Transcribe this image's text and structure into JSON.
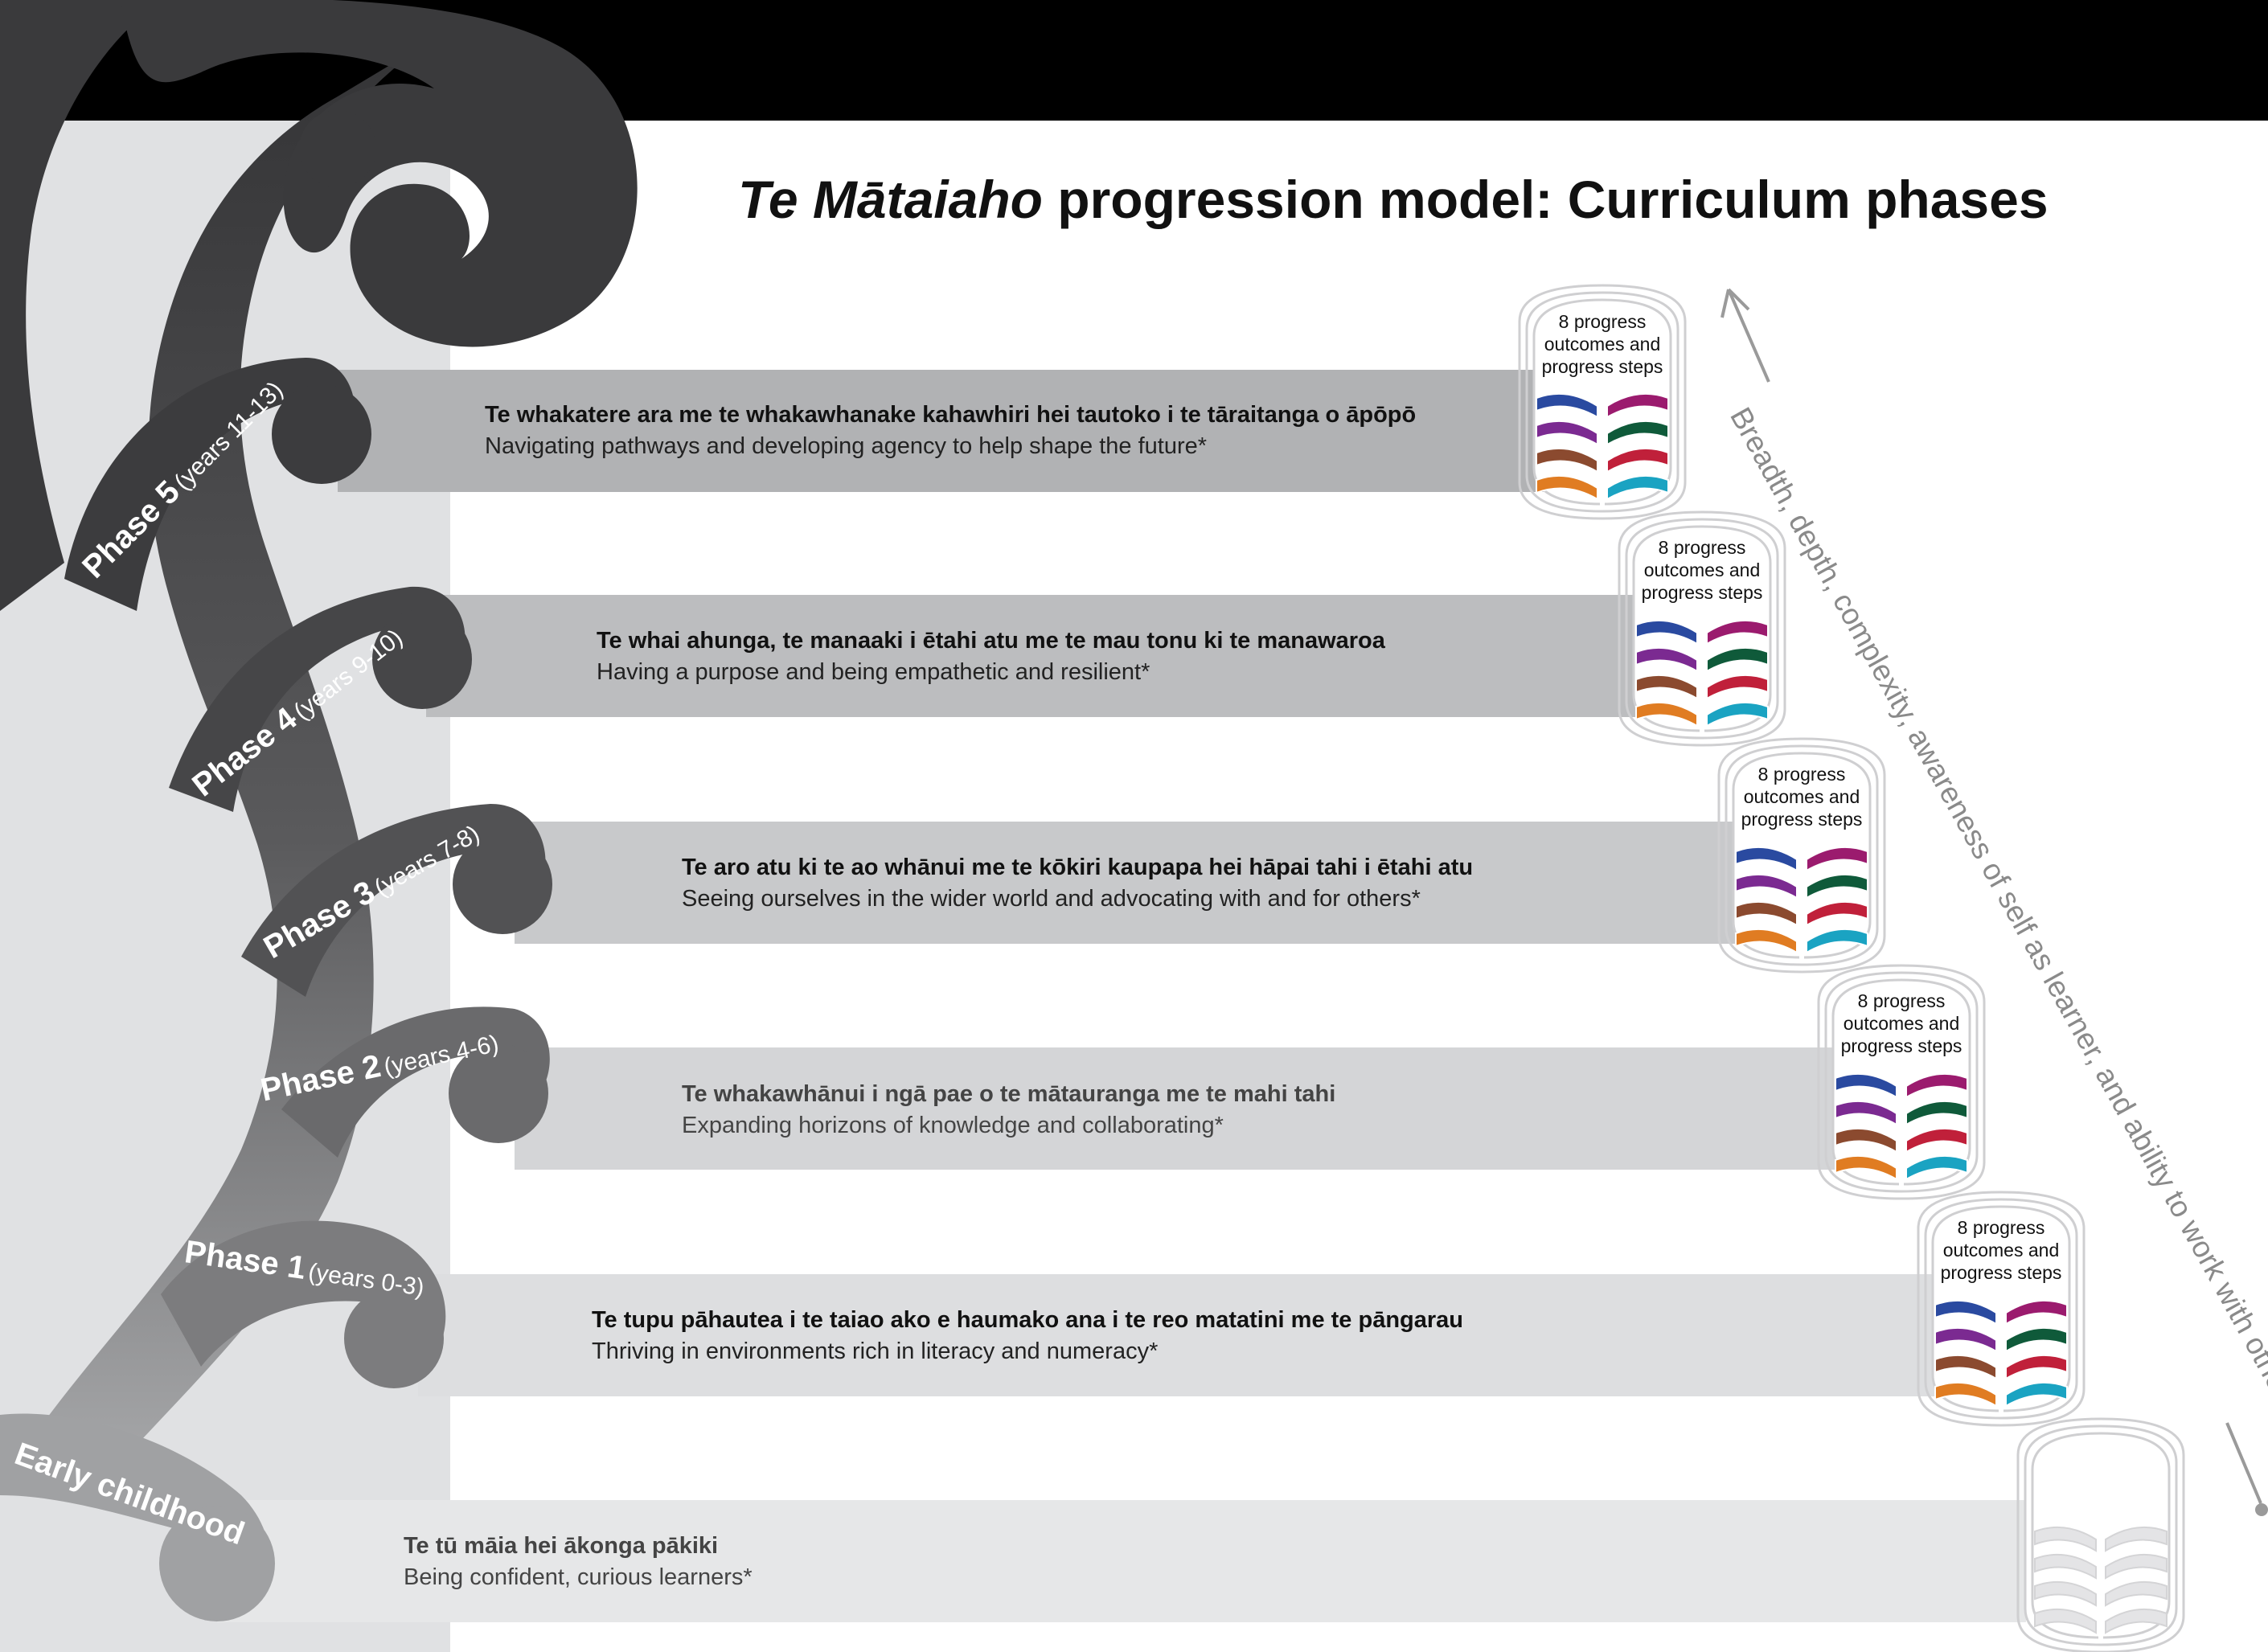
{
  "title": {
    "italic_part": "Te Mātaiaho",
    "rest": "progression model: Curriculum phases"
  },
  "arrow_label": "Breadth, depth, complexity, awareness of self as learner, and ability to work with others",
  "phases": [
    {
      "name": "Phase 5",
      "years": "(years 11-13)",
      "maori": "Te whakatere ara me te whakawhanake kahawhiri hei tautoko i te tāraitanga o āpōpō",
      "english": "Navigating pathways and developing agency to help shape the future*",
      "cylinder": "8 progress outcomes and progress steps"
    },
    {
      "name": "Phase 4",
      "years": "(years 9-10)",
      "maori": "Te whai ahunga, te manaaki i ētahi atu me te mau tonu ki te manawaroa",
      "english": "Having a purpose and being empathetic and resilient*",
      "cylinder": "8 progress outcomes and progress steps"
    },
    {
      "name": "Phase 3",
      "years": "(years 7-8)",
      "maori": "Te aro atu ki te ao whānui me te kōkiri kaupapa hei hāpai tahi i ētahi atu",
      "english": "Seeing ourselves in the wider world and advocating with and for others*",
      "cylinder": "8 progress outcomes and progress steps"
    },
    {
      "name": "Phase 2",
      "years": "(years 4-6)",
      "maori": "Te whakawhānui i ngā pae o te mātauranga me te mahi tahi",
      "english": "Expanding horizons of knowledge and collaborating*",
      "cylinder": "8 progress outcomes and progress steps"
    },
    {
      "name": "Phase 1",
      "years": "(years 0-3)",
      "maori": "Te tupu pāhautea i te taiao ako e haumako ana i te reo matatini me te pāngarau",
      "english": "Thriving in environments rich in literacy and numeracy*",
      "cylinder": "8 progress outcomes and progress steps"
    }
  ],
  "early_childhood": {
    "name": "Early childhood",
    "maori": "Te tū māia hei ākonga pākiki",
    "english": "Being confident, curious learners*"
  },
  "colors": {
    "top_bar": "#000000",
    "fern_dark": "#3a3a3c",
    "fern_light": "#a8a9ab",
    "band_5": "#b1b2b4",
    "band_4": "#bcbdbf",
    "band_3": "#c8c9cb",
    "band_2": "#d4d5d7",
    "band_1": "#dddee0",
    "band_ec": "#e6e7e8",
    "stripe_colors": [
      "#2a4aa0",
      "#9b1b6e",
      "#7b2a91",
      "#0f5a3a",
      "#8b4a2f",
      "#c0203a",
      "#e07c22",
      "#1aa3c2"
    ]
  }
}
